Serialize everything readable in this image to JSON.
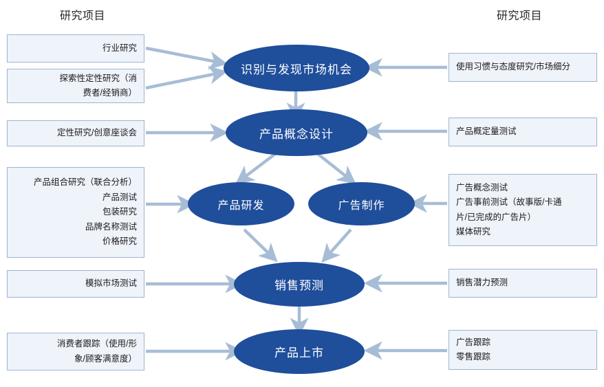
{
  "headers": {
    "left": "研究项目",
    "right": "研究项目"
  },
  "colors": {
    "node_fill": "#1F4E9B",
    "node_text": "#FFFFFF",
    "box_fill": "#EFF3FA",
    "box_border": "#9DB5D0",
    "arrow": "#A7BDD6",
    "header_text": "#262626"
  },
  "nodes": [
    {
      "id": "opportunity",
      "label": "识别与发现市场机会"
    },
    {
      "id": "concept",
      "label": "产品概念设计"
    },
    {
      "id": "rnd",
      "label": "产品研发"
    },
    {
      "id": "ad",
      "label": "广告制作"
    },
    {
      "id": "forecast",
      "label": "销售预测"
    },
    {
      "id": "launch",
      "label": "产品上市"
    }
  ],
  "left_boxes": [
    {
      "id": "industry-research",
      "lines": [
        "行业研究"
      ]
    },
    {
      "id": "exploratory-qualitative",
      "lines": [
        "探索性定性研究（消",
        "费者/经销商）"
      ]
    },
    {
      "id": "qualitative-focus-group",
      "lines": [
        "定性研究/创意座谈会"
      ]
    },
    {
      "id": "product-portfolio",
      "lines": [
        "产品组合研究（联合分析）",
        "产品测试",
        "包装研究",
        "品牌名称测试",
        "价格研究"
      ]
    },
    {
      "id": "simulated-market-test",
      "lines": [
        "模拟市场测试"
      ]
    },
    {
      "id": "consumer-tracking",
      "lines": [
        "消费者跟踪（使用/形",
        "象/顾客满意度）"
      ]
    }
  ],
  "right_boxes": [
    {
      "id": "usage-attitude",
      "lines": [
        "使用习惯与态度研究/市场细分"
      ]
    },
    {
      "id": "concept-quantitative",
      "lines": [
        "产品概定量测试"
      ]
    },
    {
      "id": "ad-tests",
      "lines": [
        "广告概念测试",
        "广告事前测试（故事版/卡通",
        "片/已完成的广告片）",
        "媒体研究"
      ]
    },
    {
      "id": "sales-potential",
      "lines": [
        "销售潜力预测"
      ]
    },
    {
      "id": "tracking",
      "lines": [
        "广告跟踪",
        "零售跟踪"
      ]
    }
  ],
  "flow_connections": [
    {
      "from": "industry-research",
      "to": "opportunity"
    },
    {
      "from": "exploratory-qualitative",
      "to": "opportunity"
    },
    {
      "from": "usage-attitude",
      "to": "opportunity"
    },
    {
      "from": "qualitative-focus-group",
      "to": "concept"
    },
    {
      "from": "concept-quantitative",
      "to": "concept"
    },
    {
      "from": "opportunity",
      "to": "concept"
    },
    {
      "from": "concept",
      "to": "rnd"
    },
    {
      "from": "concept",
      "to": "ad"
    },
    {
      "from": "product-portfolio",
      "to": "rnd"
    },
    {
      "from": "ad-tests",
      "to": "ad"
    },
    {
      "from": "rnd",
      "to": "forecast"
    },
    {
      "from": "ad",
      "to": "forecast"
    },
    {
      "from": "simulated-market-test",
      "to": "forecast"
    },
    {
      "from": "sales-potential",
      "to": "forecast"
    },
    {
      "from": "forecast",
      "to": "launch"
    },
    {
      "from": "consumer-tracking",
      "to": "launch"
    },
    {
      "from": "tracking",
      "to": "launch"
    }
  ]
}
